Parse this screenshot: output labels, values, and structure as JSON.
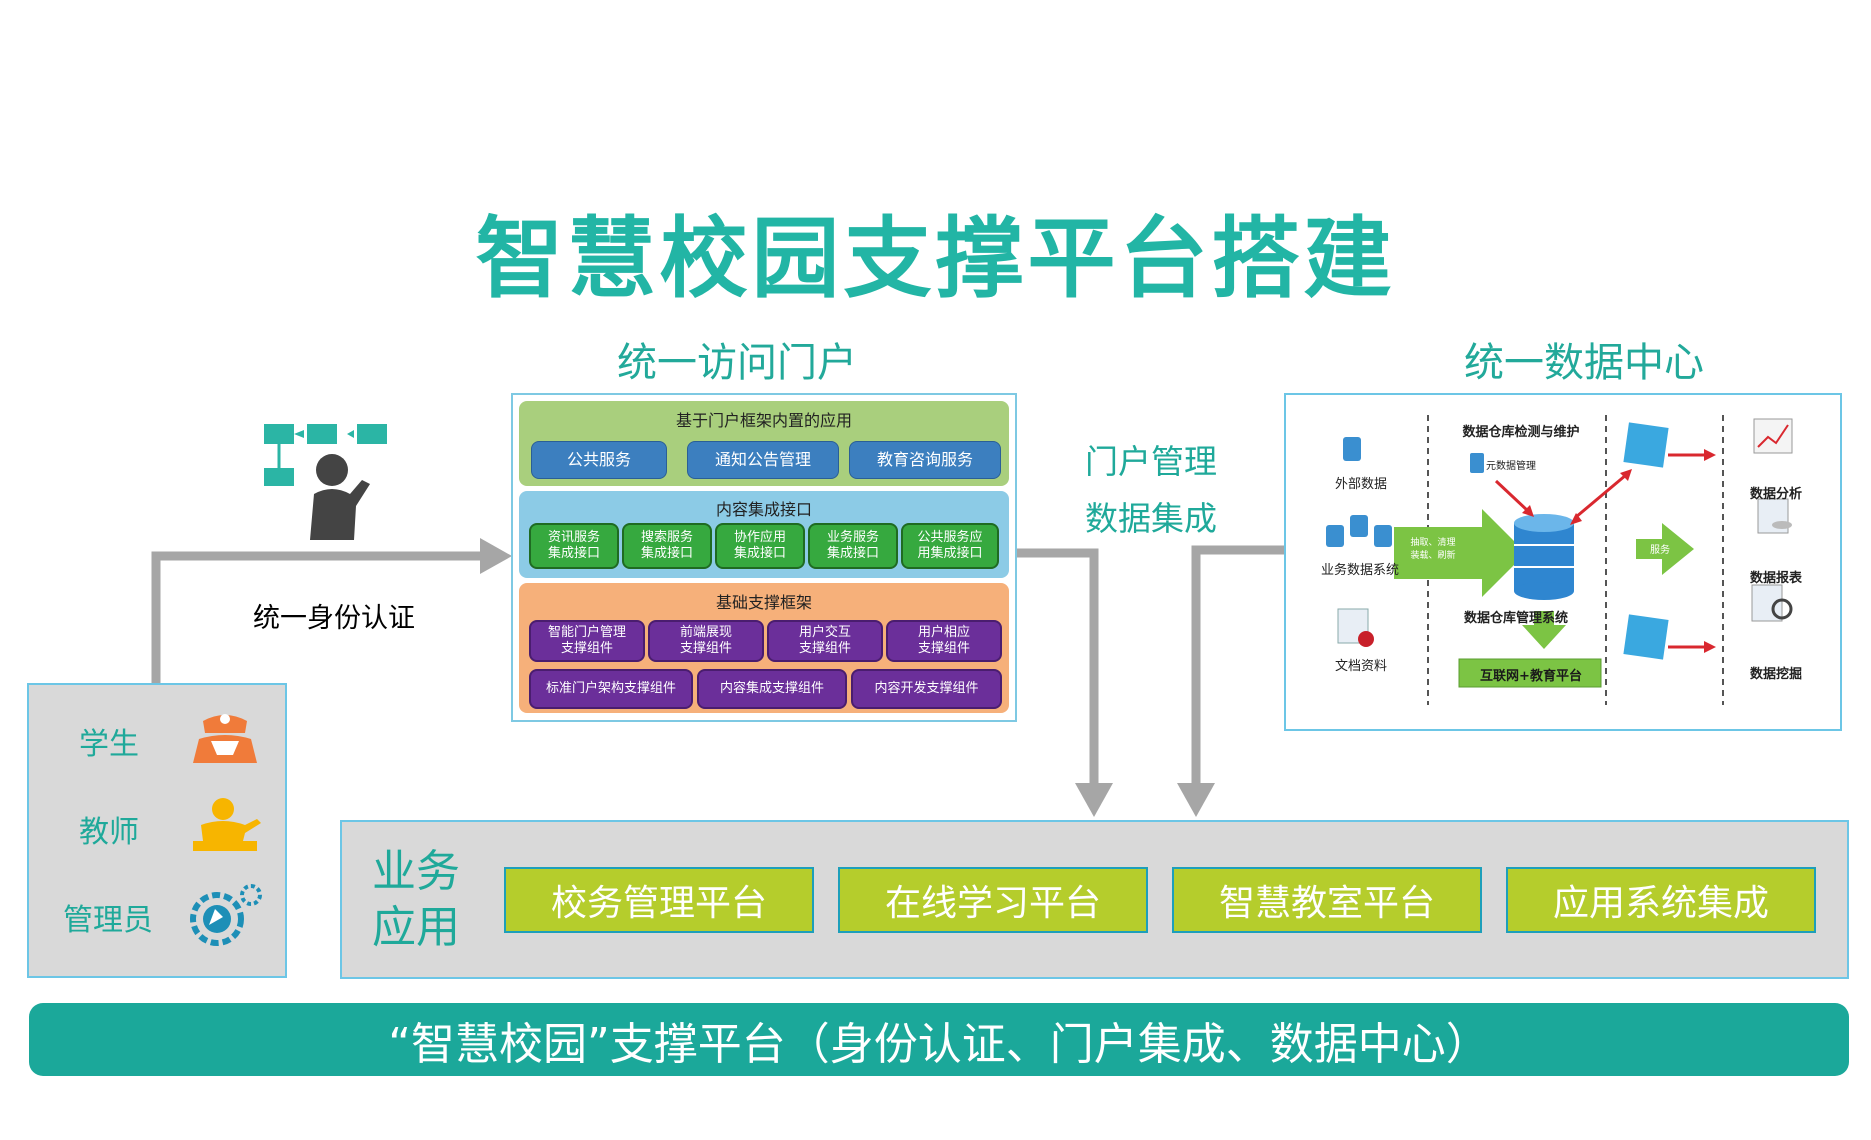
{
  "title": "智慧校园支撑平台搭建",
  "portal": {
    "heading": "统一访问门户",
    "band1": {
      "title": "基于门户框架内置的应用",
      "items": [
        "公共服务",
        "通知公告管理",
        "教育咨询服务"
      ]
    },
    "band2": {
      "title": "内容集成接口",
      "items": [
        "资讯服务\n集成接口",
        "搜索服务\n集成接口",
        "协作应用\n集成接口",
        "业务服务\n集成接口",
        "公共服务应\n用集成接口"
      ]
    },
    "band3": {
      "title": "基础支撑框架",
      "row1": [
        "智能门户管理\n支撑组件",
        "前端展现\n支撑组件",
        "用户交互\n支撑组件",
        "用户相应\n支撑组件"
      ],
      "row2": [
        "标准门户架构支撑组件",
        "内容集成支撑组件",
        "内容开发支撑组件"
      ]
    }
  },
  "identity_label": "统一身份认证",
  "middle_labels": [
    "门户管理",
    "数据集成"
  ],
  "data_center": {
    "heading": "统一数据中心",
    "sources": [
      "外部数据",
      "业务数据系统",
      "文档资料"
    ],
    "extract_label": "抽取、清理\n装载、刷新",
    "monitor_title": "数据仓库检测与维护",
    "metadata_label": "元数据管理",
    "dw_system": "数据仓库管理系统",
    "service_label": "服务",
    "platform": "互联网+教育平台",
    "outputs": [
      "数据分析",
      "数据报表",
      "数据挖掘"
    ]
  },
  "users": [
    "学生",
    "教师",
    "管理员"
  ],
  "business": {
    "label": "业务\n应用",
    "items": [
      "校务管理平台",
      "在线学习平台",
      "智慧教室平台",
      "应用系统集成"
    ]
  },
  "footer": "“智慧校园”支撑平台（身份认证、门户集成、数据中心）",
  "colors": {
    "teal": "#1ba89a",
    "lime": "#b5cd2c",
    "border_blue": "#6cc6e6"
  }
}
